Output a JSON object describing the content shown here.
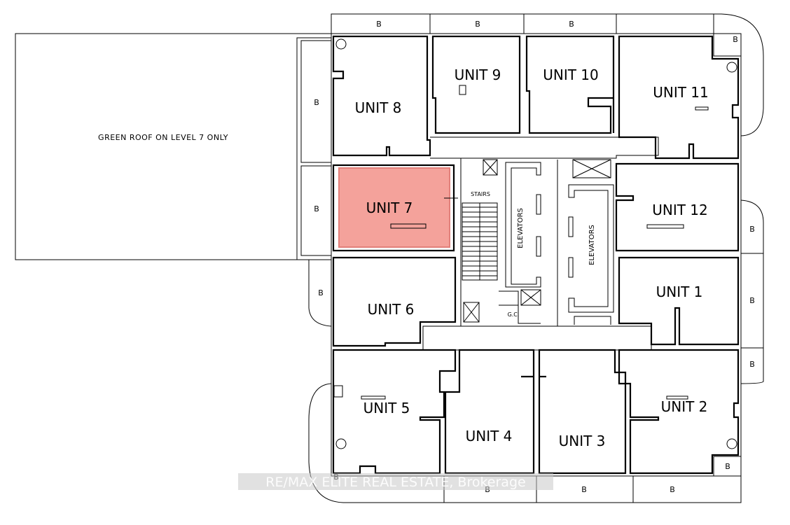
{
  "plan": {
    "green_roof_label": "GREEN ROOF ON LEVEL 7 ONLY",
    "balcony_label": "B",
    "stairs_label": "STAIRS",
    "elevators_label": "ELEVATORS",
    "gc_label": "G.C.",
    "watermark": "RE/MAX ELITE REAL ESTATE, Brokerage",
    "highlight_color": "#f4a29b",
    "highlight_stroke": "#e2807a",
    "units": [
      {
        "id": "unit-1",
        "label": "UNIT 1"
      },
      {
        "id": "unit-2",
        "label": "UNIT 2"
      },
      {
        "id": "unit-3",
        "label": "UNIT 3"
      },
      {
        "id": "unit-4",
        "label": "UNIT 4"
      },
      {
        "id": "unit-5",
        "label": "UNIT 5"
      },
      {
        "id": "unit-6",
        "label": "UNIT 6"
      },
      {
        "id": "unit-7",
        "label": "UNIT 7",
        "highlighted": true
      },
      {
        "id": "unit-8",
        "label": "UNIT 8"
      },
      {
        "id": "unit-9",
        "label": "UNIT 9"
      },
      {
        "id": "unit-10",
        "label": "UNIT 10"
      },
      {
        "id": "unit-11",
        "label": "UNIT 11"
      },
      {
        "id": "unit-12",
        "label": "UNIT 12"
      }
    ]
  }
}
